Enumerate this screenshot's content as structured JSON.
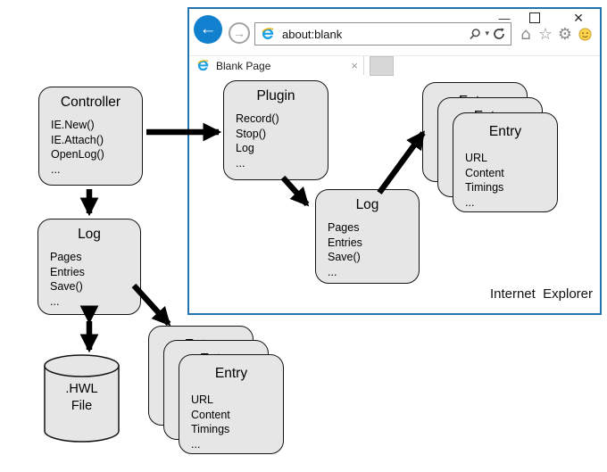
{
  "browser_window": {
    "address": "about:blank",
    "tab_title": "Blank Page",
    "footer_label": "Internet  Explorer"
  },
  "icons": {
    "back": "←",
    "forward": "→",
    "minimize": "—",
    "close": "×",
    "tab_close": "×",
    "search_caret": "▾",
    "home": "⌂",
    "star": "☆",
    "gear": "⚙"
  },
  "nodes": {
    "controller": {
      "title": "Controller",
      "items": [
        "IE.New()",
        "IE.Attach()",
        "OpenLog()",
        "..."
      ]
    },
    "log_main": {
      "title": "Log",
      "items": [
        "Pages",
        "Entries",
        "Save()",
        "..."
      ]
    },
    "hwl_file": {
      "line1": ".HWL",
      "line2": "File"
    },
    "entry_main": {
      "title": "Entry",
      "items": [
        "URL",
        "Content",
        "Timings",
        "..."
      ]
    },
    "plugin": {
      "title": "Plugin",
      "items": [
        "Record()",
        "Stop()",
        "Log",
        "..."
      ]
    },
    "log_ie": {
      "title": "Log",
      "items": [
        "Pages",
        "Entries",
        "Save()",
        "..."
      ]
    },
    "entry_ie": {
      "title": "Entry",
      "items": [
        "URL",
        "Content",
        "Timings",
        "..."
      ]
    }
  },
  "colors": {
    "window_border": "#2273b0",
    "back_button": "#1080cf",
    "node_fill": "#e6e6e6",
    "node_border": "#141414",
    "smiley": "#ffd34d",
    "ie_logo_blue": "#1ba1e2",
    "ie_logo_gold": "#f2b50f",
    "arrow": "#000000"
  }
}
